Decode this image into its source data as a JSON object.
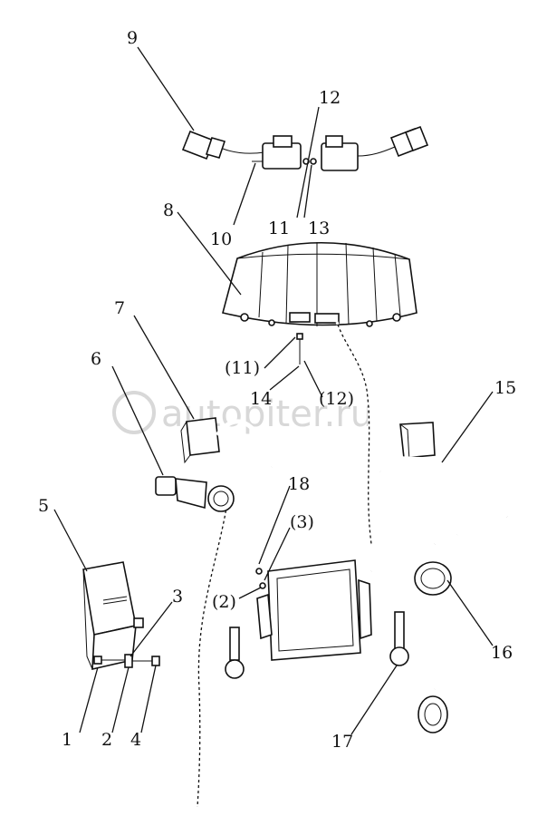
{
  "watermark": "autopiter.ru",
  "callouts": [
    {
      "id": "c9",
      "text": "9"
    },
    {
      "id": "c12",
      "text": "12"
    },
    {
      "id": "c8",
      "text": "8"
    },
    {
      "id": "c10",
      "text": "10"
    },
    {
      "id": "c11",
      "text": "11"
    },
    {
      "id": "c13",
      "text": "13"
    },
    {
      "id": "c7",
      "text": "7"
    },
    {
      "id": "c6",
      "text": "6"
    },
    {
      "id": "c11b",
      "text": "(11)"
    },
    {
      "id": "c14",
      "text": "14"
    },
    {
      "id": "c12b",
      "text": "(12)"
    },
    {
      "id": "c15",
      "text": "15"
    },
    {
      "id": "c18",
      "text": "18"
    },
    {
      "id": "c3b",
      "text": "(3)"
    },
    {
      "id": "c5",
      "text": "5"
    },
    {
      "id": "c3",
      "text": "3"
    },
    {
      "id": "c2b",
      "text": "(2)"
    },
    {
      "id": "c16",
      "text": "16"
    },
    {
      "id": "c1",
      "text": "1"
    },
    {
      "id": "c2",
      "text": "2"
    },
    {
      "id": "c4",
      "text": "4"
    },
    {
      "id": "c17",
      "text": "17"
    }
  ]
}
